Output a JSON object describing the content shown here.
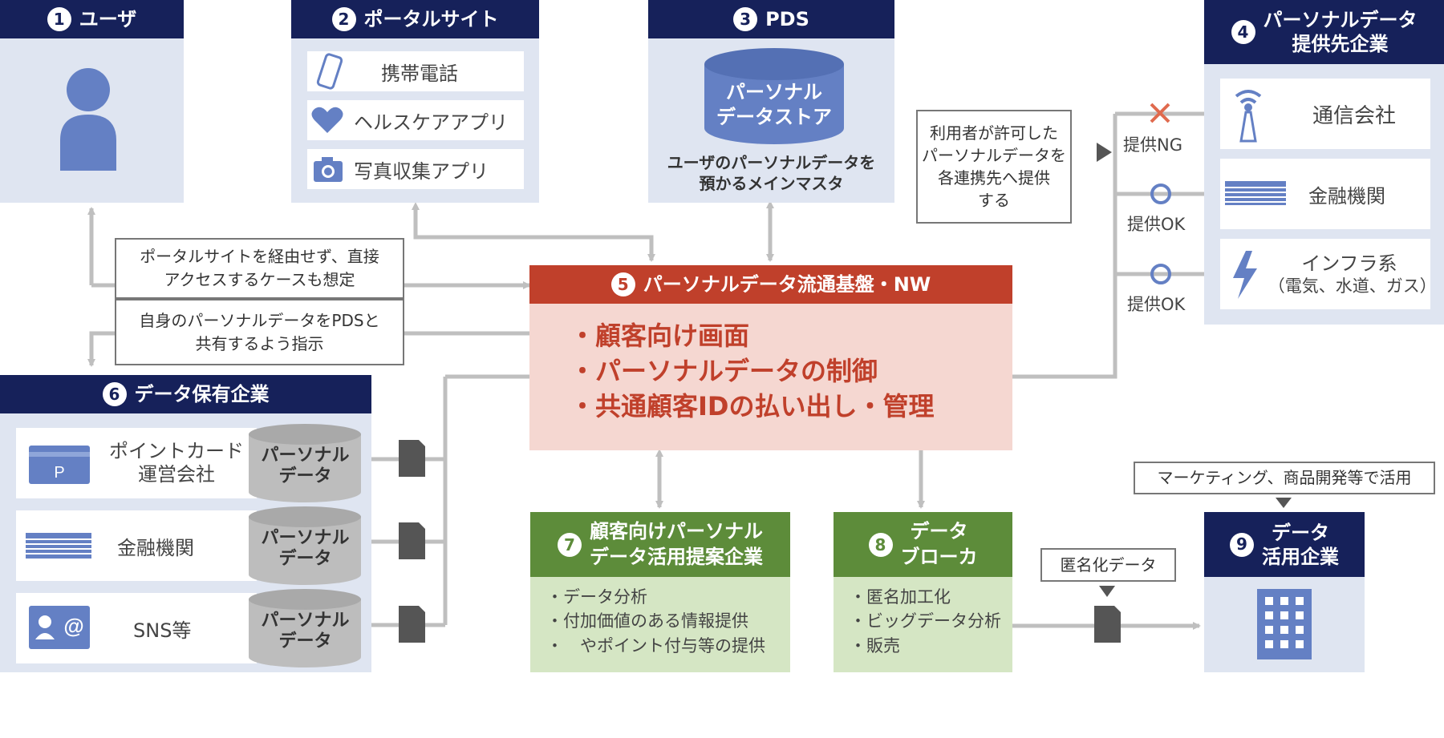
{
  "user": {
    "num": "1",
    "title": "ユーザ"
  },
  "portal": {
    "num": "2",
    "title": "ポータルサイト",
    "items": [
      "携帯電話",
      "ヘルスケアアプリ",
      "写真収集アプリ"
    ]
  },
  "pds": {
    "num": "3",
    "title": "PDS",
    "store_label": [
      "パーソナル",
      "データストア"
    ],
    "caption": [
      "ユーザのパーソナルデータを",
      "預かるメインマスタ"
    ]
  },
  "providers": {
    "num": "4",
    "title": [
      "パーソナルデータ",
      "提供先企業"
    ],
    "items": [
      "通信会社",
      "金融機関",
      "インフラ系",
      "（電気、水道、ガス）"
    ]
  },
  "platform": {
    "num": "5",
    "title": "パーソナルデータ流通基盤・NW",
    "bullets": [
      "顧客向け画面",
      "パーソナルデータの制御",
      "共通顧客IDの払い出し・管理"
    ]
  },
  "holders": {
    "num": "6",
    "title": "データ保有企業",
    "items": [
      "ポイントカード",
      "運営会社",
      "金融機関",
      "SNS等"
    ],
    "cyl_label": [
      "パーソナル",
      "データ"
    ],
    "p_mark": "P",
    "at_mark": "@"
  },
  "proposal": {
    "num": "7",
    "title": [
      "顧客向けパーソナル",
      "データ活用提案企業"
    ],
    "items": [
      "データ分析",
      "付加価値のある情報提供",
      "やポイント付与等の提供"
    ]
  },
  "broker": {
    "num": "8",
    "title": [
      "データ",
      "ブローカ"
    ],
    "items": [
      "匿名加工化",
      "ビッグデータ分析",
      "販売"
    ]
  },
  "utilization": {
    "num": "9",
    "title": [
      "データ",
      "活用企業"
    ]
  },
  "notes": {
    "direct": [
      "ポータルサイトを経由せず、直接",
      "アクセスするケースも想定"
    ],
    "share": [
      "自身のパーソナルデータをPDSと",
      "共有するよう指示"
    ],
    "permit": [
      "利用者が許可した",
      "パーソナルデータを",
      "各連携先へ提供",
      "する"
    ],
    "marketing": "マーケティング、商品開発等で活用",
    "anon": "匿名化データ"
  },
  "edge_labels": {
    "ng": "提供NG",
    "ok1": "提供OK",
    "ok2": "提供OK"
  },
  "colors": {
    "navy": "#16215a",
    "panel": "#dfe5f1",
    "icon_blue": "#6480c4",
    "red": "#c0402b",
    "red_light": "#f5d7d1",
    "green": "#5d8c3a",
    "green_light": "#d5e6c4",
    "connector": "#bfbfbf"
  }
}
